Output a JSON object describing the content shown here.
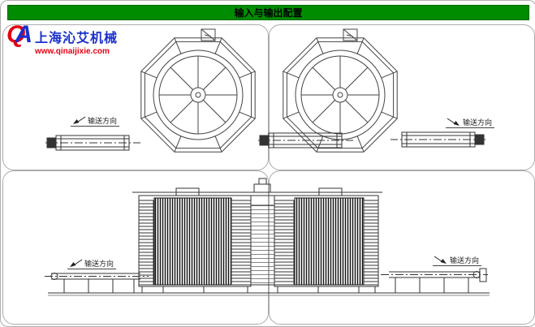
{
  "header": {
    "title": "输入与输出配置"
  },
  "logo": {
    "mark_q": "Q",
    "mark_a": "A",
    "company": "上海沁艾机械",
    "website": "www.qinaijixie.com"
  },
  "top_view": {
    "left_direction_label": "输送方向",
    "right_direction_label": "输送方向"
  },
  "front_view": {
    "left_direction_label": "输送方向",
    "right_direction_label": "输送方向"
  },
  "colors": {
    "header_green": "#008C00",
    "logo_red": "#e60012",
    "logo_blue": "#1a30cc",
    "drawing_line": "#333333"
  }
}
